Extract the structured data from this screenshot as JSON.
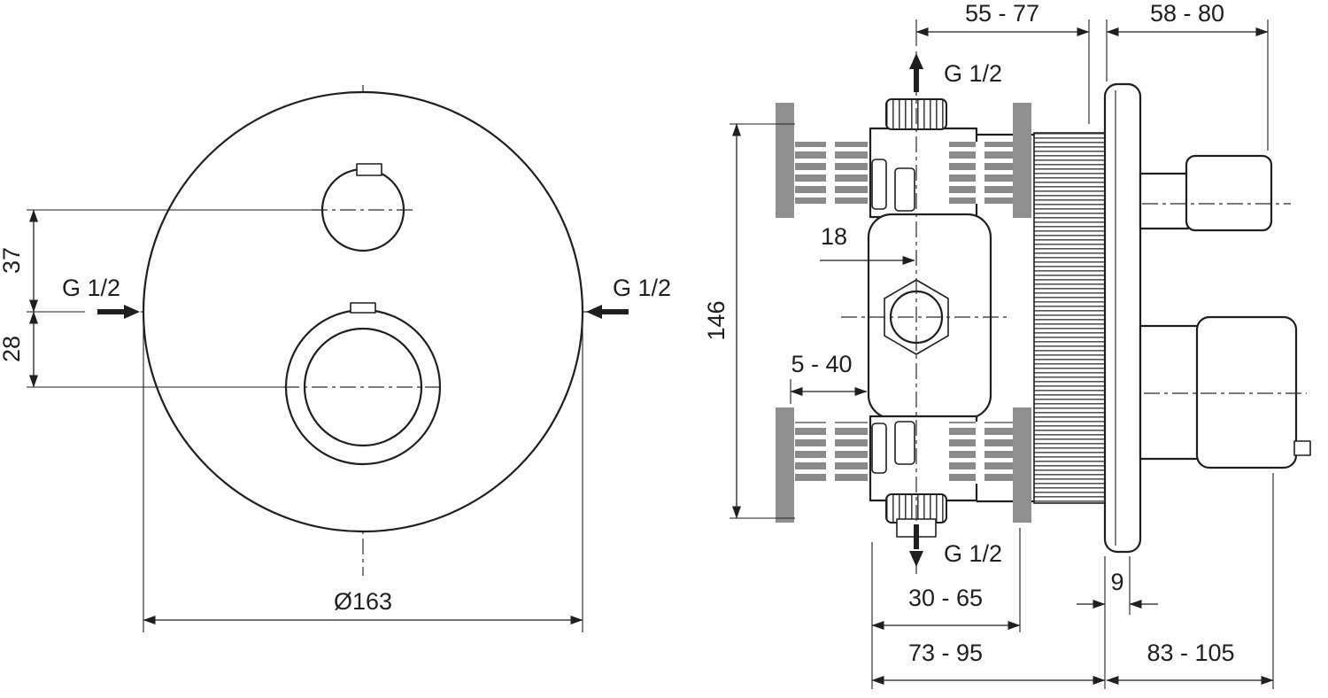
{
  "drawing": {
    "title": "Concealed thermostatic shower mixer - dimensional drawing",
    "front": {
      "dim37": "37",
      "dim28": "28",
      "g_left": "G 1/2",
      "g_right": "G 1/2",
      "diameter": "Ø163"
    },
    "side": {
      "d5577": "55 - 77",
      "d5880": "58 - 80",
      "d146": "146",
      "d18": "18",
      "d540": "5 - 40",
      "g_top": "G 1/2",
      "g_bottom": "G 1/2",
      "d9": "9",
      "d3065": "30 - 65",
      "d7395": "73 - 95",
      "d83105": "83 - 105"
    },
    "colors": {
      "line": "#1f1f1f",
      "gray": "#909090",
      "hatch": "#8a8a8a"
    }
  }
}
